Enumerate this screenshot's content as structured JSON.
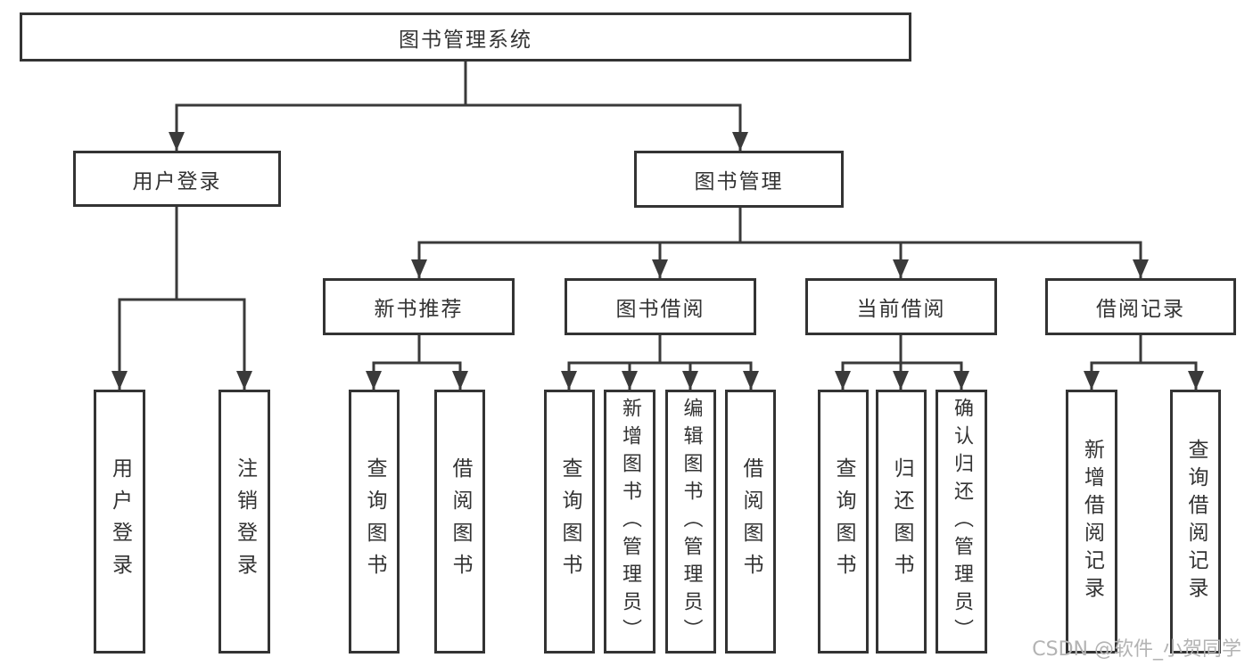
{
  "diagram": {
    "root": {
      "label": "图书管理系统"
    },
    "level2": [
      {
        "label": "用户登录"
      },
      {
        "label": "图书管理"
      }
    ],
    "level3": [
      {
        "label": "新书推荐"
      },
      {
        "label": "图书借阅"
      },
      {
        "label": "当前借阅"
      },
      {
        "label": "借阅记录"
      }
    ],
    "leaves": {
      "user_login": [
        "用户登录",
        "注销登录"
      ],
      "new_book_recommend": [
        "查询图书",
        "借阅图书"
      ],
      "book_borrow": [
        "查询图书",
        "新增图书（管理员）",
        "编辑图书（管理员）",
        "借阅图书"
      ],
      "current_borrow": [
        "查询图书",
        "归还图书",
        "确认归还（管理员）"
      ],
      "borrow_records": [
        "新增借阅记录",
        "查询借阅记录"
      ]
    }
  },
  "watermark": {
    "text": "CSDN @软件_小贺同学"
  },
  "colors": {
    "line": "#3a3a3a",
    "box_border": "#333333",
    "text": "#333333",
    "watermark_text": "#b3b3b3",
    "background": "#ffffff"
  }
}
